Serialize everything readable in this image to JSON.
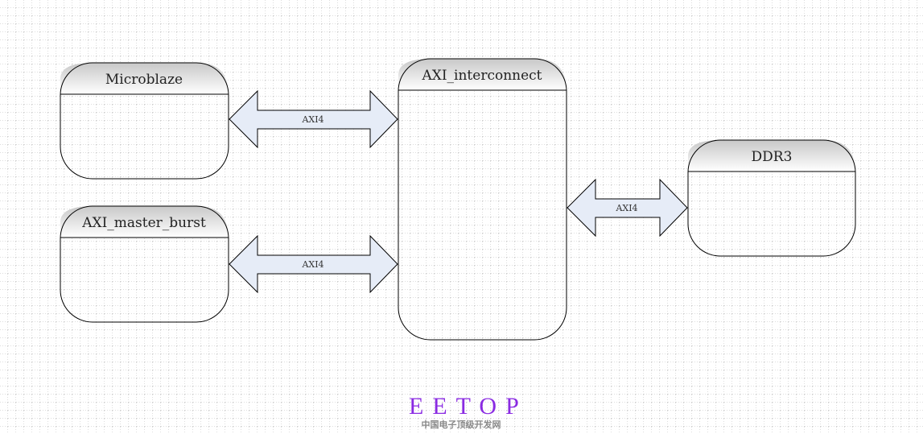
{
  "blocks": [
    {
      "id": "microblaze",
      "title": "Microblaze"
    },
    {
      "id": "axi-master-burst",
      "title": "AXI_master_burst"
    },
    {
      "id": "axi-interconnect",
      "title": "AXI_interconnect"
    },
    {
      "id": "ddr3",
      "title": "DDR3"
    }
  ],
  "connections": [
    {
      "from": "Microblaze",
      "to": "AXI_interconnect",
      "label": "AXI4"
    },
    {
      "from": "AXI_master_burst",
      "to": "AXI_interconnect",
      "label": "AXI4"
    },
    {
      "from": "AXI_interconnect",
      "to": "DDR3",
      "label": "AXI4"
    }
  ],
  "watermark": {
    "logo": "EETOP",
    "subtitle": "中国电子顶级开发网"
  },
  "colors": {
    "arrow_fill": "#e6ecf7",
    "header_top": "#d6d6d6",
    "logo": "#8a2be2",
    "grid": "#bdbdbd"
  }
}
